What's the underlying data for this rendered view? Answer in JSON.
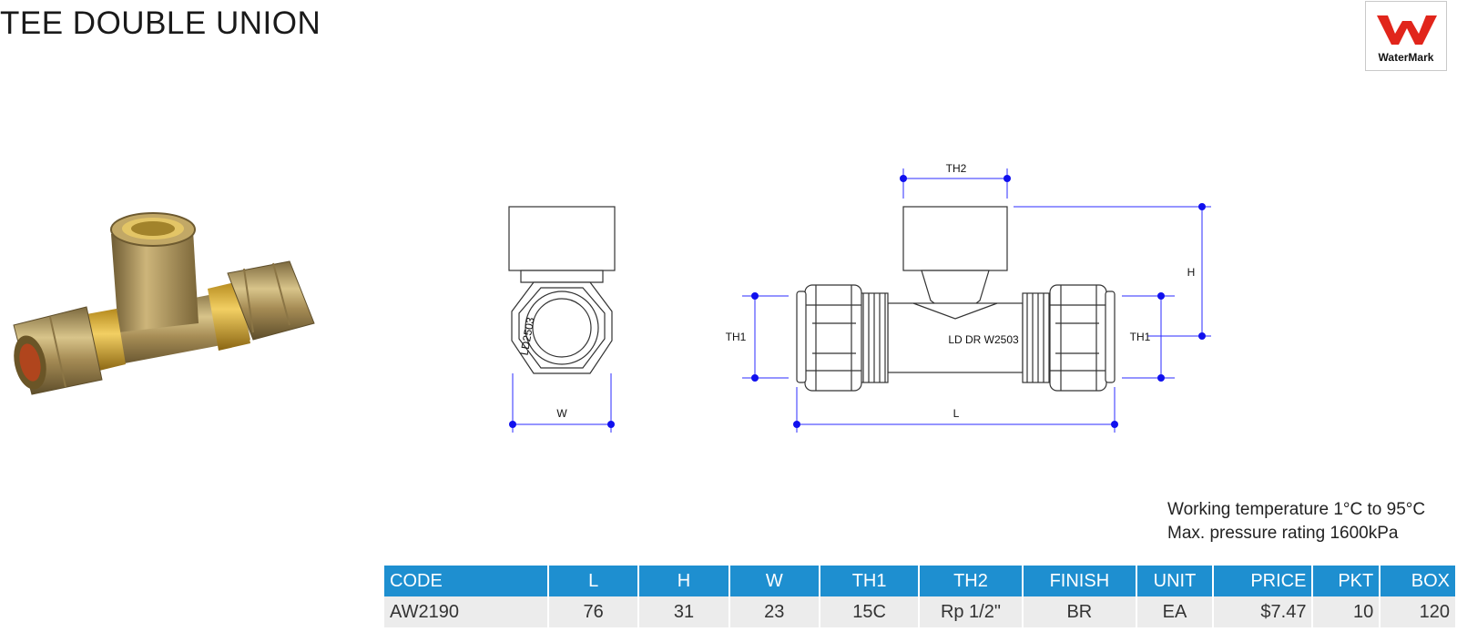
{
  "title": "TEE DOUBLE UNION",
  "logo": {
    "text": "WaterMark",
    "mark_color": "#e1251b"
  },
  "drawing": {
    "labels": {
      "th2": "TH2",
      "h": "H",
      "th1_left": "TH1",
      "th1_right": "TH1",
      "w": "W",
      "l": "L"
    },
    "side_marking": "LD2503",
    "front_marking": "LD DR W2503",
    "dimension_color": "#2b2bff"
  },
  "notes": {
    "working_temperature": "Working temperature 1°C to 95°C",
    "pressure_rating": "Max. pressure rating 1600kPa"
  },
  "table": {
    "header_color": "#1e8fd0",
    "columns": [
      "CODE",
      "L",
      "H",
      "W",
      "TH1",
      "TH2",
      "FINISH",
      "UNIT",
      "PRICE",
      "PKT",
      "BOX"
    ],
    "rows": [
      [
        "AW2190",
        "76",
        "31",
        "23",
        "15C",
        "Rp 1/2\"",
        "BR",
        "EA",
        "$7.47",
        "10",
        "120"
      ]
    ]
  }
}
